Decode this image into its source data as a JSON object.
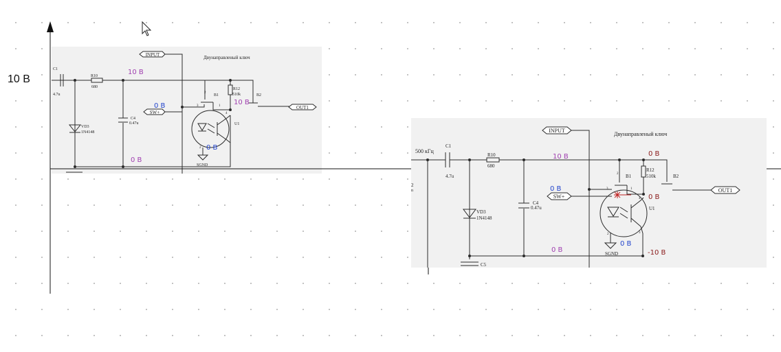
{
  "axis_label": "10 В",
  "colors": {
    "wire": "#2a2a2a",
    "violet": "#a040b0",
    "blue": "#2244cc",
    "darkred": "#8a1a1a",
    "pane": "#f1f1f1"
  },
  "left": {
    "title": "Двунаправленый ключ",
    "input_port": "INPUT",
    "out_port": "OUT1",
    "sw_port": "SW+",
    "sgnd": "SGND",
    "c1": "C1",
    "c1_val": "4.7u",
    "r10": "R10",
    "r10_val": "680",
    "r12": "R12",
    "r12_val": "510k",
    "c4": "C4",
    "c4_val": "0.47u",
    "vd3": "VD3",
    "vd3_val": "1N4148",
    "b1": "B1",
    "b2": "B2",
    "u1": "U1",
    "ann_10v_a": "10 В",
    "ann_10v_b": "10 В",
    "ann_0v_sw": "0 В",
    "ann_0v_u1": "0 В",
    "ann_0v_bot": "0 В",
    "pin2": "2",
    "pin3": "3",
    "pin1": "1",
    "pin4": "4",
    "pin2b": "2"
  },
  "right": {
    "title": "Двунаправленый ключ",
    "input_port": "INPUT",
    "out_port": "OUT1",
    "sw_port": "SW+",
    "sgnd": "SGND",
    "freq": "500 кГц",
    "c1": "C1",
    "c1_val": "4.7u",
    "r10": "R10",
    "r10_val": "680",
    "r12": "R12",
    "r12_val": "510k",
    "c4": "C4",
    "c4_val": "0.47u",
    "c5": "C5",
    "vd3": "VD3",
    "vd3_val": "1N4148",
    "b1": "B1",
    "b2": "B2",
    "u1": "U1",
    "ann_10v_top": "10 В",
    "ann_0v_r12": "0 В",
    "ann_0v_sw": "0 В",
    "ann_0v_b1": "0 В",
    "ann_0v_sgnd": "0 В",
    "ann_0v_bot": "0 В",
    "ann_m10v": "-10 В",
    "pin2": "2",
    "pin3": "3",
    "pin1": "1",
    "pin4": "4",
    "pin3b": "3",
    "pin2b": "2",
    "edge_n": "n"
  }
}
